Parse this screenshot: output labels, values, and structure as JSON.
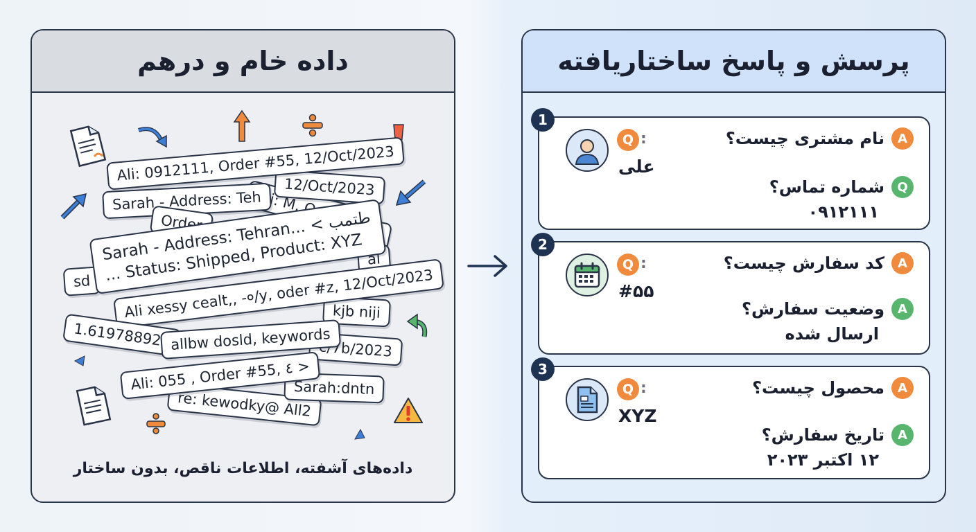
{
  "left": {
    "title": "داده خام و درهم",
    "caption": "داده‌های آشفته، اطلاعات ناقص، بدون ساختار",
    "strips": [
      "Ali: 0912111, Order #55, 12/Oct/2023",
      "Sarah - Address: Teh",
      "12/Oct/2023",
      "Ali: M, Order",
      "XY9",
      "Order",
      "Sarah - Address: Tehran... < طتمب",
      "... Status: Shipped, Product: XYZ",
      "sd",
      "al",
      "Ali xessy cealt,, -०/y, oder #z, 12/Oct/2023",
      "kjb niji",
      "1.619788922",
      "allbw dosld, keywords",
      "c/7b/2023",
      "Ali:  055 , Order #55,  ٤ >",
      "Sarah:dntn",
      "re: kewodky@ All2"
    ]
  },
  "right": {
    "title": "پرسش و پاسخ ساختاریافته",
    "cards": [
      {
        "num": "1",
        "icon": "user-avatar-icon",
        "q_badge": "Q",
        "q_colon": ":",
        "left_answer": "علی",
        "lines": [
          {
            "badge": "A",
            "text": "نام مشتری چیست؟",
            "answer": ""
          },
          {
            "badge": "Q",
            "text": "شماره تماس؟",
            "answer": "۰۹۱۲۱۱۱"
          }
        ]
      },
      {
        "num": "2",
        "icon": "calendar-icon",
        "q_badge": "Q",
        "q_colon": ":",
        "left_answer": "#۵۵",
        "lines": [
          {
            "badge": "A",
            "text": "کد سفارش چیست؟",
            "answer": ""
          },
          {
            "badge": "A",
            "text": "وضعیت سفارش؟",
            "answer": "ارسال شده"
          }
        ]
      },
      {
        "num": "3",
        "icon": "document-icon",
        "q_badge": "Q",
        "q_colon": ":",
        "left_answer": "XYZ",
        "lines": [
          {
            "badge": "A",
            "text": "محصول چیست؟",
            "answer": ""
          },
          {
            "badge": "A",
            "text": "تاریخ سفارش؟",
            "answer": "۱۲ اکتبر ۲۰۲۳"
          }
        ]
      }
    ]
  },
  "colors": {
    "orange": "#f08a3c",
    "green": "#57b56e",
    "navy": "#1e3252",
    "blue_arrow": "#3d7fd6"
  }
}
